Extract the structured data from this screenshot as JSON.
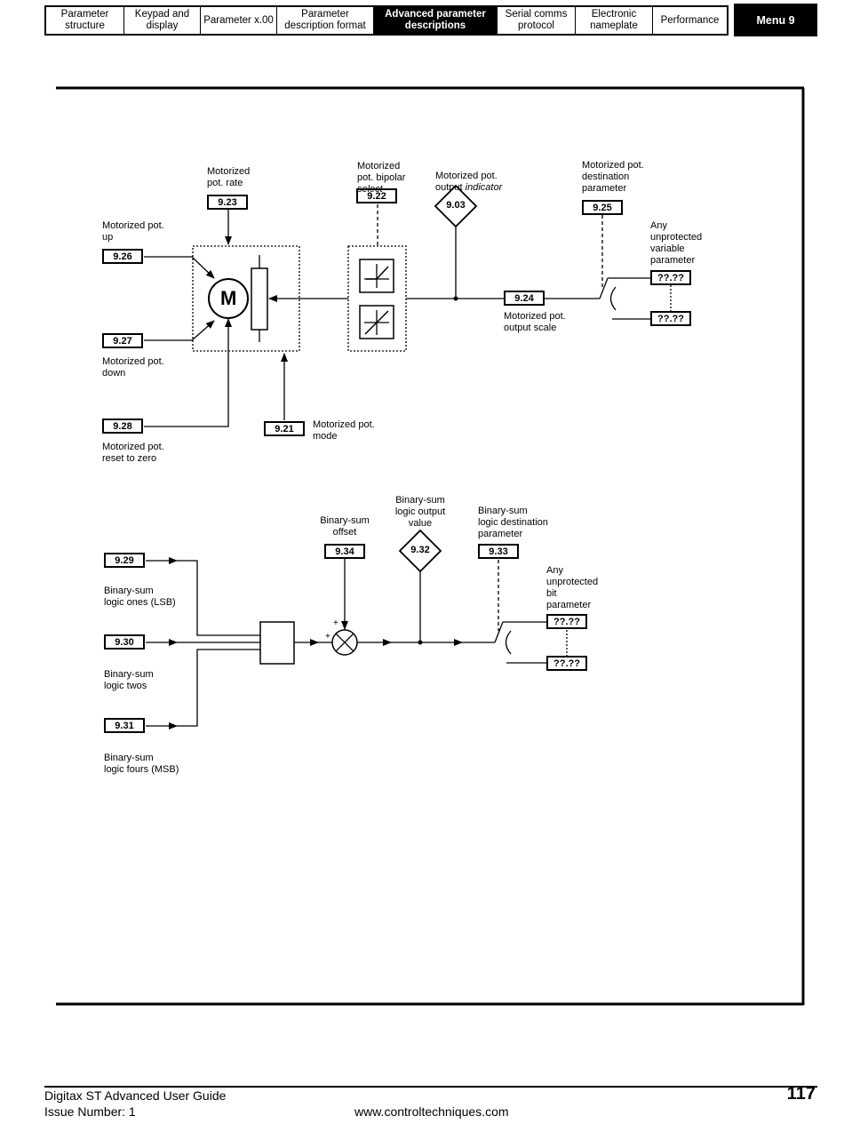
{
  "header": {
    "tabs": [
      {
        "label": "Parameter\nstructure",
        "active": false
      },
      {
        "label": "Keypad and\ndisplay",
        "active": false
      },
      {
        "label": "Parameter x.00",
        "active": false
      },
      {
        "label": "Parameter\ndescription format",
        "active": false
      },
      {
        "label": "Advanced parameter\ndescriptions",
        "active": true
      },
      {
        "label": "Serial comms\nprotocol",
        "active": false
      },
      {
        "label": "Electronic\nnameplate",
        "active": false
      },
      {
        "label": "Performance",
        "active": false
      }
    ],
    "menu": "Menu 9"
  },
  "motorized_pot": {
    "params": {
      "rate": "9.23",
      "up": "9.26",
      "down": "9.27",
      "reset": "9.28",
      "mode": "9.21",
      "bipolar": "9.22",
      "output": "9.03",
      "scale": "9.24",
      "dest": "9.25",
      "any1": "??.??",
      "any2": "??.??"
    },
    "labels": {
      "rate": "Motorized\npot. rate",
      "up": "Motorized pot.\nup",
      "down": "Motorized pot.\ndown",
      "reset": "Motorized pot.\nreset to zero",
      "mode": "Motorized pot.\nmode",
      "bipolar": "Motorized\npot. bipolar",
      "bipolar_select": "select",
      "output": "Motorized pot.\noutput",
      "output_indicator": "indicator",
      "scale": "Motorized pot.\noutput scale",
      "dest": "Motorized pot.\ndestination\nparameter",
      "any": "Any\nunprotected\nvariable\nparameter",
      "motor": "M"
    }
  },
  "binary_sum": {
    "params": {
      "ones": "9.29",
      "twos": "9.30",
      "fours": "9.31",
      "offset": "9.34",
      "output": "9.32",
      "dest": "9.33",
      "any1": "??.??",
      "any2": "??.??"
    },
    "labels": {
      "ones": "Binary-sum\nlogic ones (LSB)",
      "twos": "Binary-sum\nlogic twos",
      "fours": "Binary-sum\nlogic fours (MSB)",
      "offset": "Binary-sum\noffset",
      "output": "Binary-sum\nlogic output\nvalue",
      "dest": "Binary-sum\nlogic destination\nparameter",
      "any": "Any\nunprotected\nbit\nparameter",
      "plus1": "+",
      "plus2": "+"
    }
  },
  "footer": {
    "title": "Digitax ST Advanced User Guide",
    "issue": "Issue Number: 1",
    "url": "www.controltechniques.com",
    "page": "117"
  }
}
